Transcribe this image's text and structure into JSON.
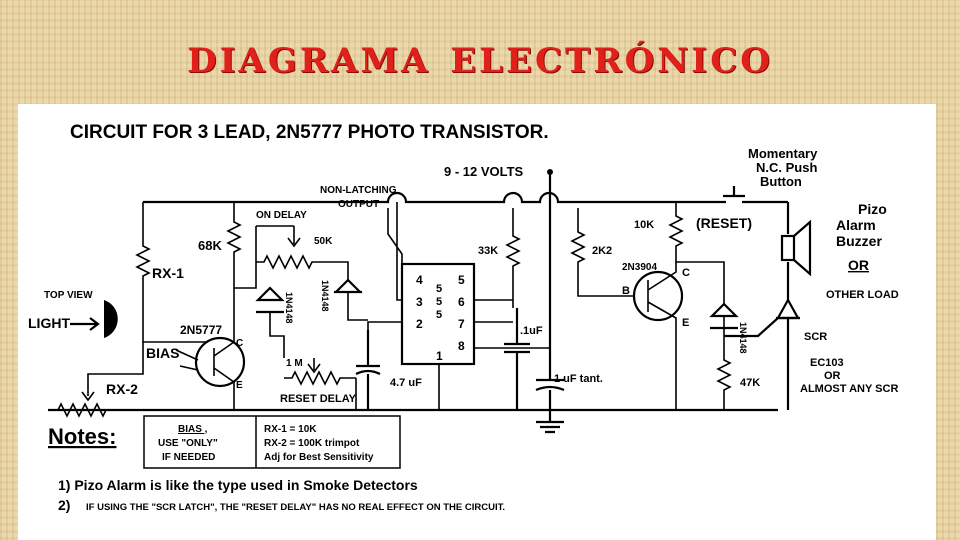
{
  "slide": {
    "title": "Diagrama electrónico"
  },
  "schematic": {
    "heading": "CIRCUIT FOR 3 LEAD, 2N5777 PHOTO TRANSISTOR.",
    "supply": "9 - 12 VOLTS",
    "switch_label": [
      "Momentary",
      "N.C. Push",
      "Button"
    ],
    "reset": "(RESET)",
    "buzzer": [
      "Pizo",
      "Alarm",
      "Buzzer"
    ],
    "or": "OR",
    "other_load": "OTHER LOAD",
    "non_latching": "NON-LATCHING",
    "output": "OUTPUT",
    "on_delay": "ON DELAY",
    "r68k": "68K",
    "r50k": "50K",
    "r33k": "33K",
    "r2k2": "2K2",
    "r10k": "10K",
    "q2": "2N3904",
    "pin_c": "C",
    "pin_b": "B",
    "pin_e": "E",
    "rx1": "RX-1",
    "rx2": "RX-2",
    "top_view": "TOP VIEW",
    "light": "LIGHT",
    "q1": "2N5777",
    "bias": "BIAS",
    "diode": "1N4148",
    "r1m": "1 M",
    "reset_delay": "RESET DELAY",
    "c47": "4.7 uF",
    "c01": ".1uF",
    "c1": "1 uF tant.",
    "r47k": "47K",
    "scr": "SCR",
    "scr_note": [
      "EC103",
      "OR",
      "ALMOST ANY SCR"
    ],
    "ic_pins": [
      "4",
      "3",
      "2",
      "1",
      "5",
      "6",
      "7",
      "8"
    ],
    "ic_name": [
      "5",
      "5",
      "5"
    ]
  },
  "notes": {
    "heading": "Notes:",
    "box_left": [
      "BIAS ,",
      "USE \"ONLY\"",
      "IF NEEDED"
    ],
    "box_right": [
      "RX-1 = 10K",
      "RX-2 = 100K trimpot",
      "Adj for Best Sensitivity"
    ],
    "item1": "1)  Pizo Alarm is like the type used in Smoke Detectors",
    "item2_num": "2)",
    "item2": "IF USING THE \"SCR LATCH\", THE \"RESET DELAY\" HAS NO REAL EFFECT ON THE CIRCUIT."
  }
}
